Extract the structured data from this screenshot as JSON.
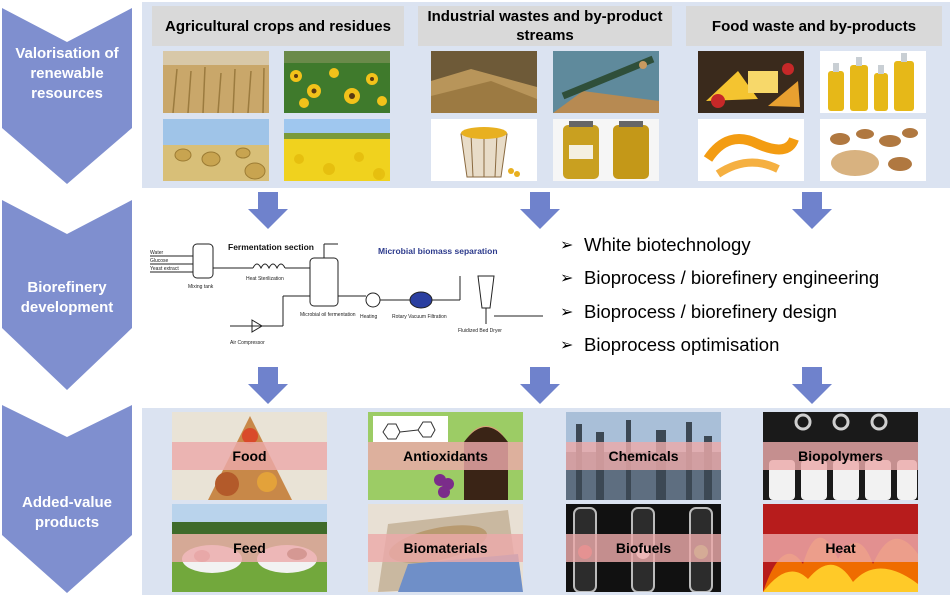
{
  "stages": [
    {
      "label": "Valorisation of renewable resources"
    },
    {
      "label": "Biorefinery development"
    },
    {
      "label": "Added-value products"
    }
  ],
  "resources": [
    {
      "title": "Agricultural crops and residues"
    },
    {
      "title": "Industrial wastes and by-product streams"
    },
    {
      "title": "Food waste and by-products"
    }
  ],
  "process": {
    "fermentation_title": "Fermentation section",
    "separation_title": "Microbial biomass separation",
    "units": [
      "Mixing tank",
      "Heat Sterilization",
      "Microbial oil fermentation",
      "Heating",
      "Rotary Vacuum Filtration",
      "Fluidized Bed Dryer",
      "Air Compressor"
    ],
    "feeds": [
      "Water",
      "Glucose",
      "Yeast extract"
    ]
  },
  "bullets": [
    "White biotechnology",
    "Bioprocess / biorefinery engineering",
    "Bioprocess / biorefinery design",
    "Bioprocess optimisation"
  ],
  "products": [
    "Food",
    "Antioxidants",
    "Chemicals",
    "Biopolymers",
    "Feed",
    "Biomaterials",
    "Biofuels",
    "Heat"
  ],
  "colors": {
    "chevron": "#7f8fcf",
    "panel": "#dbe3f1",
    "header": "#d9d9d9",
    "band": "#ecaaaa",
    "arrow": "#6f82cc"
  }
}
